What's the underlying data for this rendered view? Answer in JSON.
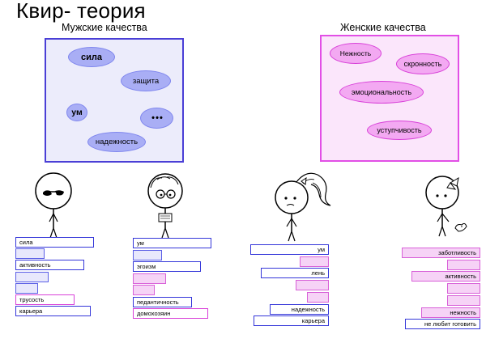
{
  "title": "Квир- теория",
  "male_panel": {
    "title": "Мужские качества",
    "bubbles": [
      "сила",
      "защита",
      "ум",
      "• • •",
      "надежность"
    ]
  },
  "female_panel": {
    "title": "Женские качества",
    "bubbles": [
      "Нежность",
      "скронность",
      "эмоциональность",
      "уступчивость"
    ]
  },
  "characters": [
    {
      "id": "sunglasses-man",
      "bars": [
        {
          "label": "сила",
          "style": "blue"
        },
        {
          "label": "",
          "style": "blue-fill"
        },
        {
          "label": "активность",
          "style": "blue"
        },
        {
          "label": "",
          "style": "blue-fill"
        },
        {
          "label": "",
          "style": "blue-fill"
        },
        {
          "label": "трусость",
          "style": "pink"
        },
        {
          "label": "карьера",
          "style": "blue"
        }
      ]
    },
    {
      "id": "glasses-man",
      "bars": [
        {
          "label": "ум",
          "style": "blue"
        },
        {
          "label": "",
          "style": "blue-fill"
        },
        {
          "label": "эгоизм",
          "style": "blue"
        },
        {
          "label": "",
          "style": "pink-fill"
        },
        {
          "label": "",
          "style": "pink-fill"
        },
        {
          "label": "педантичность",
          "style": "blue"
        },
        {
          "label": "домохозяин",
          "style": "pink"
        }
      ]
    },
    {
      "id": "ponytail-woman",
      "bars": [
        {
          "label": "ум",
          "style": "blue"
        },
        {
          "label": "",
          "style": "pink-fill"
        },
        {
          "label": "лень",
          "style": "blue"
        },
        {
          "label": "",
          "style": "pink-fill"
        },
        {
          "label": "",
          "style": "pink-fill"
        },
        {
          "label": "надежность",
          "style": "blue"
        },
        {
          "label": "карьера",
          "style": "blue"
        }
      ]
    },
    {
      "id": "bow-woman",
      "bars": [
        {
          "label": "заботливость",
          "style": "pink-fill"
        },
        {
          "label": "",
          "style": "pink-fill"
        },
        {
          "label": "активность",
          "style": "pink-fill"
        },
        {
          "label": "",
          "style": "pink-fill"
        },
        {
          "label": "",
          "style": "pink-fill"
        },
        {
          "label": "нежность",
          "style": "pink-fill"
        },
        {
          "label": "не любит готовить",
          "style": "blue"
        }
      ]
    }
  ]
}
